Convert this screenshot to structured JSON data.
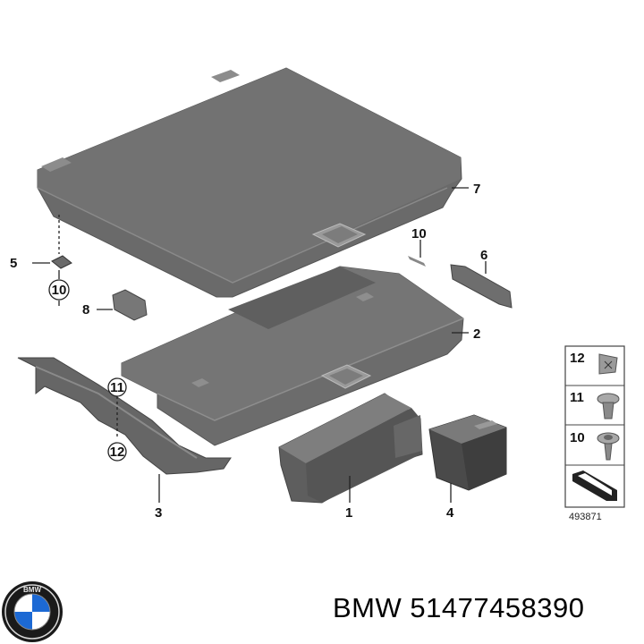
{
  "callouts": {
    "c1": "1",
    "c2": "2",
    "c3": "3",
    "c4": "4",
    "c5": "5",
    "c6": "6",
    "c7": "7",
    "c8": "8",
    "c10": "10",
    "c10_circle": "10",
    "c11_circle": "11",
    "c12_circle": "12"
  },
  "legend": {
    "items": [
      {
        "number": "12",
        "icon": "clip-nut-icon"
      },
      {
        "number": "11",
        "icon": "expanding-rivet-icon"
      },
      {
        "number": "10",
        "icon": "screw-icon"
      }
    ],
    "diagram_number": "493871"
  },
  "brand": {
    "text": "BMW 51477458390",
    "logo": "bmw-roundel-logo"
  }
}
